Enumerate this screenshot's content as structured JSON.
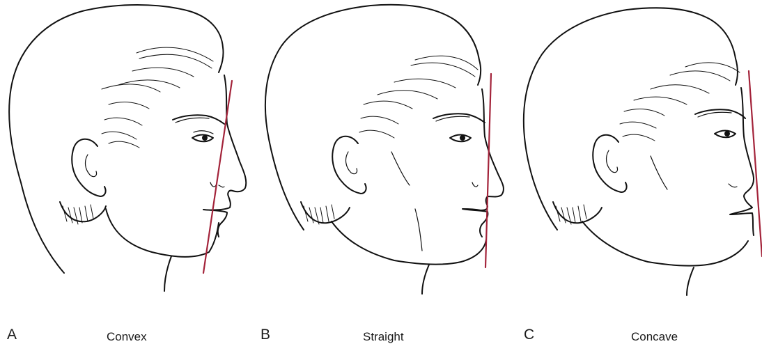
{
  "colors": {
    "reference_line": "#a3233a",
    "ink": "#111111"
  },
  "panels": [
    {
      "letter": "A",
      "caption": "Convex"
    },
    {
      "letter": "B",
      "caption": "Straight"
    },
    {
      "letter": "C",
      "caption": "Concave"
    }
  ]
}
